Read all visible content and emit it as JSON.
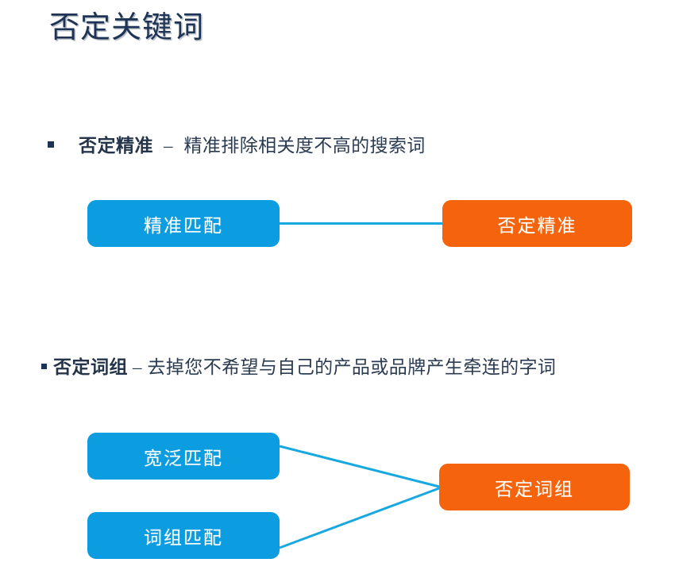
{
  "slide": {
    "title": "否定关键词",
    "background_color": "#ffffff",
    "title_color": "#1f3356"
  },
  "colors": {
    "blue": "#0c9ce0",
    "orange": "#f5640c",
    "connector": "#18a8e0",
    "text_dark": "#2b3b52",
    "node_text": "#ffffff"
  },
  "sections": [
    {
      "bullet": {
        "term": "否定精准",
        "dash": "–",
        "description": "精准排除相关度不高的搜索词"
      },
      "diagram": {
        "sources": [
          {
            "label": "精准匹配",
            "color": "blue"
          }
        ],
        "target": {
          "label": "否定精准",
          "color": "orange"
        }
      }
    },
    {
      "bullet": {
        "term": "否定词组",
        "dash": "–",
        "description": "去掉您不希望与自己的产品或品牌产生牵连的字词"
      },
      "diagram": {
        "sources": [
          {
            "label": "宽泛匹配",
            "color": "blue"
          },
          {
            "label": "词组匹配",
            "color": "blue"
          }
        ],
        "target": {
          "label": "否定词组",
          "color": "orange"
        }
      }
    }
  ]
}
